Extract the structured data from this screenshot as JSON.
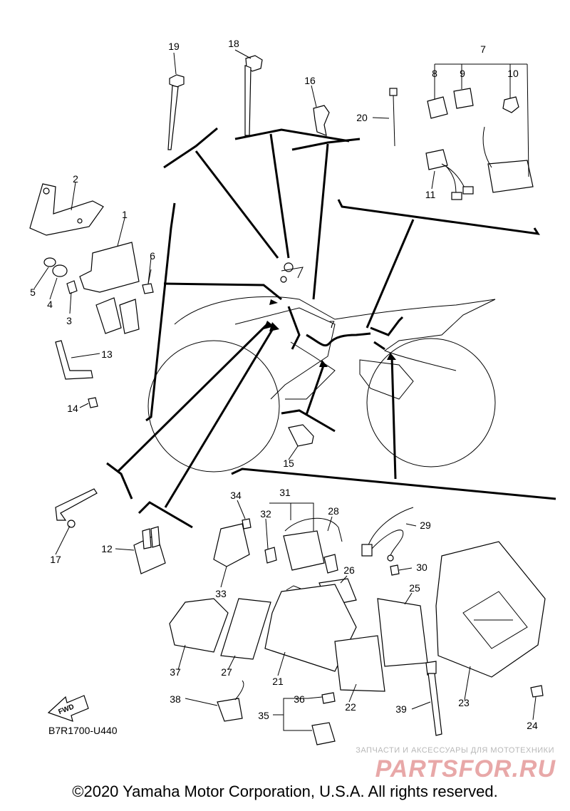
{
  "diagram": {
    "part_numbers": [
      "19",
      "18",
      "16",
      "20",
      "7",
      "8",
      "9",
      "10",
      "11",
      "2",
      "1",
      "6",
      "5",
      "4",
      "3",
      "13",
      "14",
      "7",
      "15",
      "12",
      "17",
      "34",
      "31",
      "32",
      "28",
      "29",
      "30",
      "26",
      "25",
      "33",
      "37",
      "27",
      "21",
      "22",
      "23",
      "24",
      "39",
      "38",
      "36",
      "35"
    ],
    "fwd_label": "FWD",
    "drawing_code": "B7R1700-U440"
  },
  "watermark": {
    "caption": "ЗАПЧАСТИ И АКСЕССУАРЫ ДЛЯ МОТОТЕХНИКИ",
    "brand": "PARTSFOR.RU"
  },
  "footer": {
    "copyright": "©2020 Yamaha Motor Corporation, U.S.A. All rights reserved."
  }
}
